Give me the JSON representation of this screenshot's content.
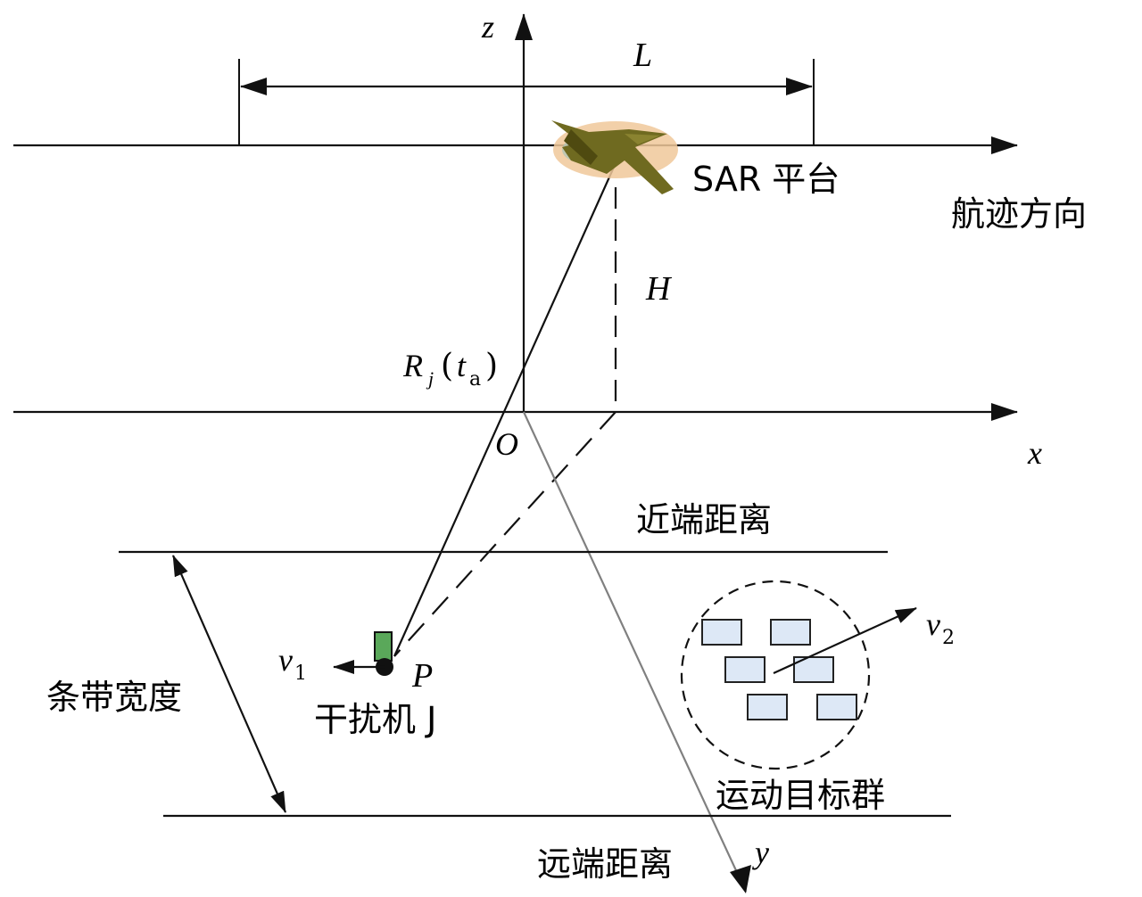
{
  "labels": {
    "z_axis": "z",
    "x_axis": "x",
    "y_axis": "y",
    "origin": "O",
    "L": "L",
    "H": "H",
    "R_main": "R",
    "R_sub": "j",
    "R_paren_open": "(",
    "R_t": "t",
    "R_t_sub": "a",
    "R_paren_close": ")",
    "sar_platform": "SAR 平台",
    "track_direction": "航迹方向",
    "near_range": "近端距离",
    "far_range": "远端距离",
    "swath_width": "条带宽度",
    "jammer": "干扰机 J",
    "point_P": "P",
    "v1_main": "v",
    "v1_sub": "1",
    "v2_main": "v",
    "v2_sub": "2",
    "moving_targets": "运动目标群"
  },
  "colors": {
    "line": "#111111",
    "gray_line": "#808080",
    "jammer_fill": "#5aa85a",
    "target_fill": "#dde8f6",
    "target_stroke": "#222222",
    "plane": "#6f6a20",
    "plane_glow": "#f0c89a"
  },
  "icons": {
    "plane": "airplane-icon",
    "jammer": "jammer-device-icon",
    "target": "vehicle-block-icon"
  }
}
